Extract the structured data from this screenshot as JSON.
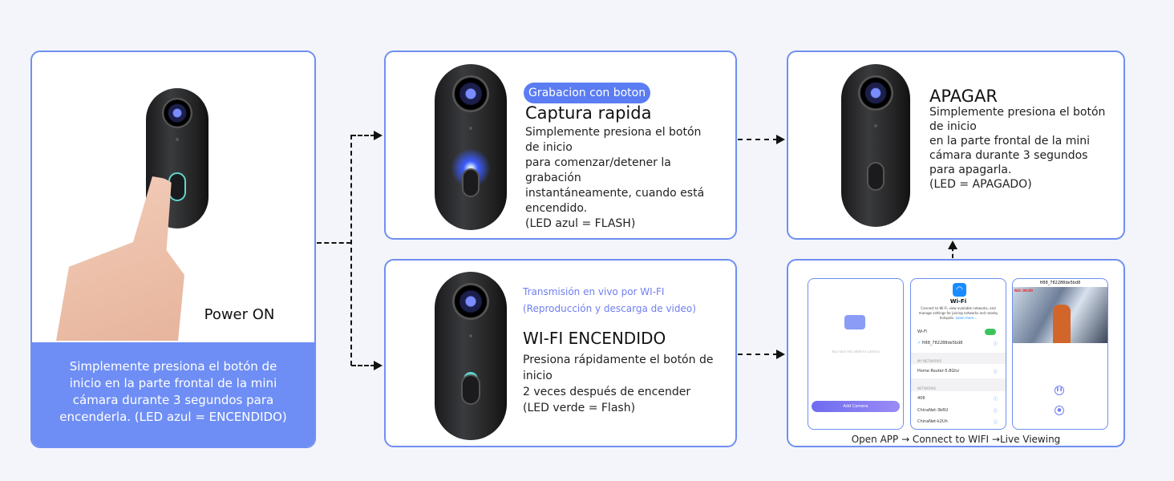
{
  "power_on": {
    "label": "Power ON",
    "description": "Simplemente presiona el botón de inicio en la parte frontal de la mini cámara durante 3 segundos para encenderla. (LED azul = ENCENDIDO)"
  },
  "capture": {
    "badge": "Grabacion con boton",
    "title": "Captura rapida",
    "lines": [
      "Simplemente presiona el botón",
      "de inicio",
      "para comenzar/detener la",
      "grabación",
      "instantáneamente, cuando está",
      "encendido.",
      "(LED azul = FLASH)"
    ]
  },
  "power_off": {
    "title": "APAGAR",
    "lines": [
      "Simplemente presiona el botón",
      "de inicio",
      "en la parte frontal de la mini",
      "cámara durante 3 segundos",
      "para apagarla.",
      "(LED = APAGADO)"
    ]
  },
  "wifi": {
    "subtitle1": "Transmisión en vivo por WI-FI",
    "subtitle2": "(Reproducción y descarga de video)",
    "title": "WI-FI ENCENDIDO",
    "lines": [
      "Presiona rápidamente el botón de",
      "inicio",
      "2 veces después de encender",
      "(LED verde = Flash)"
    ]
  },
  "app": {
    "caption": "Open APP → Connect to WIFI →Live Viewing",
    "phone1": {
      "empty_text": "You have not added a camera",
      "add_button": "Add Camera"
    },
    "phone2": {
      "title": "Wi-Fi",
      "description": "Connect to Wi-Fi, view available networks, and manage settings for joining networks and nearby hotspots.",
      "learn_more": "Learn more...",
      "wifi_label": "Wi-Fi",
      "connected": "H88_782288de5bd8",
      "my_networks_header": "MY NETWORKS",
      "my_networks": [
        "Home Router-5.8Ghz"
      ],
      "networks_header": "NETWORKS",
      "networks": [
        "406",
        "ChinaNet-3bRU",
        "ChinaNet-k2Uh"
      ]
    },
    "phone3": {
      "title": "H88_782288de5bd8",
      "rec": "REC 00:00"
    }
  },
  "colors": {
    "accent": "#6f8ff0",
    "panel": "#6e8ef5",
    "subtitle": "#6f7ff0"
  }
}
